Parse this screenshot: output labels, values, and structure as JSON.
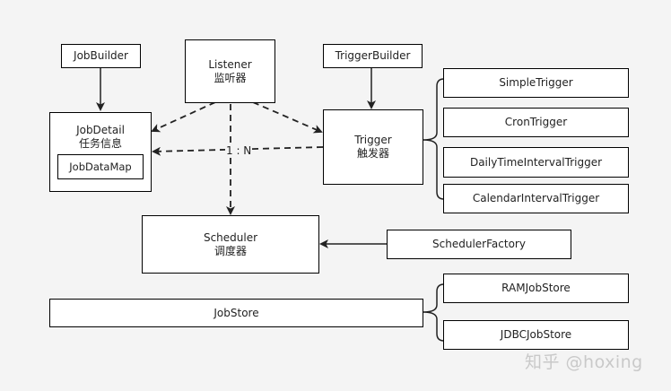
{
  "nodes": {
    "job_builder": {
      "label": "JobBuilder"
    },
    "listener": {
      "label": "Listener",
      "sublabel": "监听器"
    },
    "trigger_builder": {
      "label": "TriggerBuilder"
    },
    "job_detail": {
      "label": "JobDetail",
      "sublabel": "任务信息"
    },
    "job_data_map": {
      "label": "JobDataMap"
    },
    "trigger": {
      "label": "Trigger",
      "sublabel": "触发器"
    },
    "simple_trigger": {
      "label": "SimpleTrigger"
    },
    "cron_trigger": {
      "label": "CronTrigger"
    },
    "daily_time_interval_trigger": {
      "label": "DailyTimeIntervalTrigger"
    },
    "calendar_interval_trigger": {
      "label": "CalendarIntervalTrigger"
    },
    "scheduler": {
      "label": "Scheduler",
      "sublabel": "调度器"
    },
    "scheduler_factory": {
      "label": "SchedulerFactory"
    },
    "job_store": {
      "label": "JobStore"
    },
    "ram_job_store": {
      "label": "RAMJobStore"
    },
    "jdbc_job_store": {
      "label": "JDBCJobStore"
    }
  },
  "edges": [
    {
      "from": "job_builder",
      "to": "job_detail",
      "style": "solid"
    },
    {
      "from": "trigger_builder",
      "to": "trigger",
      "style": "solid"
    },
    {
      "from": "listener",
      "to": "job_detail",
      "style": "dashed"
    },
    {
      "from": "listener",
      "to": "trigger",
      "style": "dashed"
    },
    {
      "from": "listener",
      "to": "scheduler",
      "style": "dashed"
    },
    {
      "from": "trigger",
      "to": "job_detail",
      "style": "dashed",
      "label": "1 : N"
    },
    {
      "from": "scheduler_factory",
      "to": "scheduler",
      "style": "solid"
    }
  ],
  "edge_labels": {
    "trigger_job_detail": "1 : N"
  },
  "watermark": "知乎 @hoxing",
  "colors": {
    "background": "#f4f4f4",
    "box_fill": "#ffffff",
    "line": "#222222",
    "watermark": "#c9c9c9"
  }
}
